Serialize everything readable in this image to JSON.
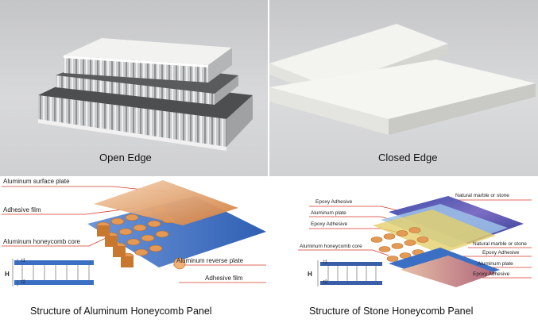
{
  "photos": {
    "open_edge": "Open Edge",
    "closed_edge": "Closed Edge"
  },
  "aluminum_panel": {
    "title": "Structure of Aluminum Honeycomb Panel",
    "labels": {
      "surface_plate": "Aluminum surface plate",
      "adhesive_film_top": "Adhesive film",
      "honeycomb_core": "Aluminum honeycomb core",
      "reverse_plate": "Aluminum reverse plate",
      "adhesive_film_bottom": "Adhesive film"
    },
    "dims": {
      "t1": "t1",
      "t2": "t2",
      "H": "H"
    }
  },
  "stone_panel": {
    "title": "Structure of Stone Honeycomb Panel",
    "labels": {
      "epoxy_top": "Epoxy Adhesive",
      "natural_marble_top": "Natural marble or stone",
      "aluminum_plate_top": "Aluminum plate",
      "epoxy_second": "Epoxy Adhesive",
      "honeycomb_core": "Aluminum honeycomb core",
      "natural_marble_mid": "Natural marble or stone",
      "epoxy_mid": "Epoxy Adhesive",
      "aluminum_plate_bottom": "Aluminum plate",
      "epoxy_bottom": "Epoxy Adhesive"
    },
    "dims": {
      "t1": "t1",
      "t2": "t2",
      "H": "H"
    }
  },
  "colors": {
    "label_line": "#d63a2a",
    "honeycomb": "#d98a46",
    "plate_blue": "#3a6fc4",
    "film_orange": "#e7a46c"
  }
}
